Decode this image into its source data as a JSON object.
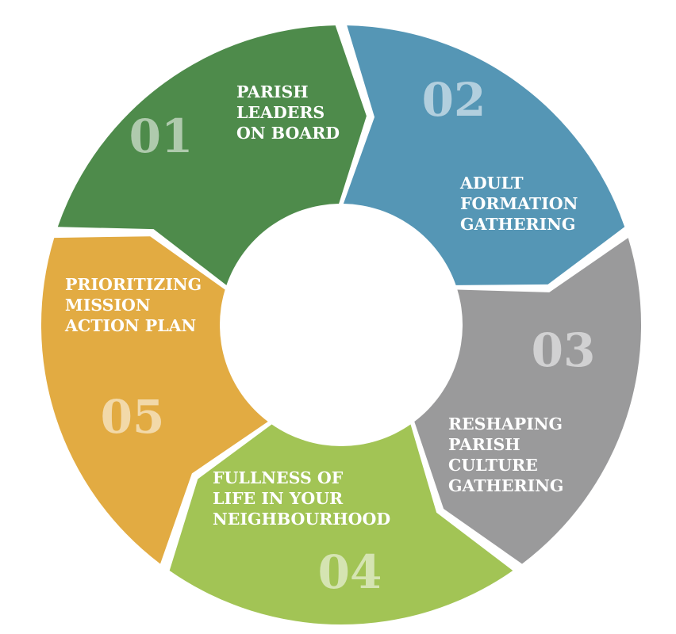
{
  "cycle": {
    "segments": [
      {
        "number": "01",
        "lines": [
          "PARISH",
          "LEADERS",
          "ON BOARD"
        ],
        "color": "#4e8b4b"
      },
      {
        "number": "02",
        "lines": [
          "ADULT",
          "FORMATION",
          "GATHERING"
        ],
        "color": "#5596b5"
      },
      {
        "number": "03",
        "lines": [
          "RESHAPING",
          "PARISH",
          "CULTURE",
          "GATHERING"
        ],
        "color": "#9a9a9b"
      },
      {
        "number": "04",
        "lines": [
          "FULLNESS OF",
          "LIFE IN YOUR",
          "NEIGHBOURHOOD"
        ],
        "color": "#a2c455"
      },
      {
        "number": "05",
        "lines": [
          "PRIORITIZING",
          "MISSION",
          "ACTION PLAN"
        ],
        "color": "#e2ab42"
      }
    ]
  }
}
